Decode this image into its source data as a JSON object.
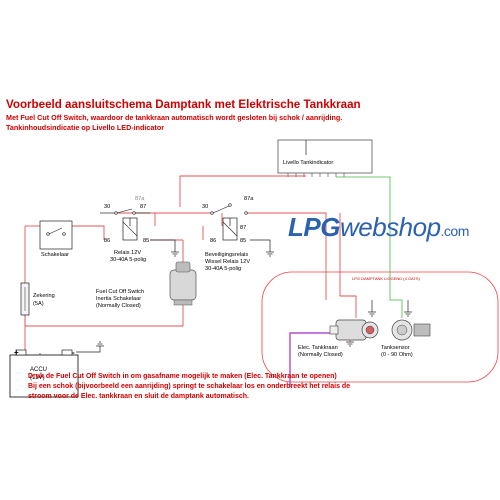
{
  "title": "Voorbeeld aansluitschema Damptank met Elektrische Tankkraan",
  "subtitle1": "Met Fuel Cut Off Switch, waardoor de tankkraan automatisch wordt gesloten bij schok / aanrijding.",
  "subtitle2": "Tankinhoudsindicatie op Livello LED-indicator",
  "brand": {
    "lpg": "LPG",
    "rest": "webshop",
    "dotcom": ".com"
  },
  "labels": {
    "livello": "Livello Tankindicator",
    "relais1_30": "30",
    "relais1_87": "87",
    "relais1_87a": "87a",
    "relais1_86": "86",
    "relais1_85": "85",
    "relais2_30": "30",
    "relais2_87a": "87a",
    "relais2_87": "87",
    "relais2_86": "86",
    "relais2_85": "85",
    "schakelaar": "Schakelaar",
    "relais1_line1": "Relais 12V",
    "relais1_line2": "30-40A 5-polig",
    "relais2_line1": "Beveiligingsrelais",
    "relais2_line2": "Wissel Relais 12V",
    "relais2_line3": "30-40A 5-polig",
    "fuelcut_line1": "Fuel Cut Off Switch",
    "fuelcut_line2": "Inertia Schakelaar",
    "fuelcut_line3": "(Normally Closed)",
    "zekering_line1": "Zekering",
    "zekering_line2": "(5A)",
    "accu_line1": "ACCU",
    "accu_line2": "(12V)",
    "accu_plus": "+",
    "accu_minus": "-",
    "tank_header": "LPG DAMPTANK LIGGEND (4 GATS)",
    "tankkraan_line1": "Elec. Tankkraan",
    "tankkraan_line2": "(Normally Closed)",
    "tanksensor_line1": "Tanksensor",
    "tanksensor_line2": "(0 - 90 Ohm)"
  },
  "notes": [
    "Druk de Fuel Cut Off Switch in om gasafname mogelijk te maken (Elec. Tankkraan te openen)",
    "Bij een schok (bijvoorbeeld een aanrijding) springt te schakelaar los en onderbreekt het relais de",
    "stroom voor de Elec. tankkraan en sluit de damptank automatisch."
  ],
  "colors": {
    "title": "#d10000",
    "wire_red": "#e05555",
    "wire_green": "#44bb44",
    "wire_purple": "#b44bd0",
    "brand_blue": "#2b62b0",
    "tank_outline": "#ee4444"
  }
}
